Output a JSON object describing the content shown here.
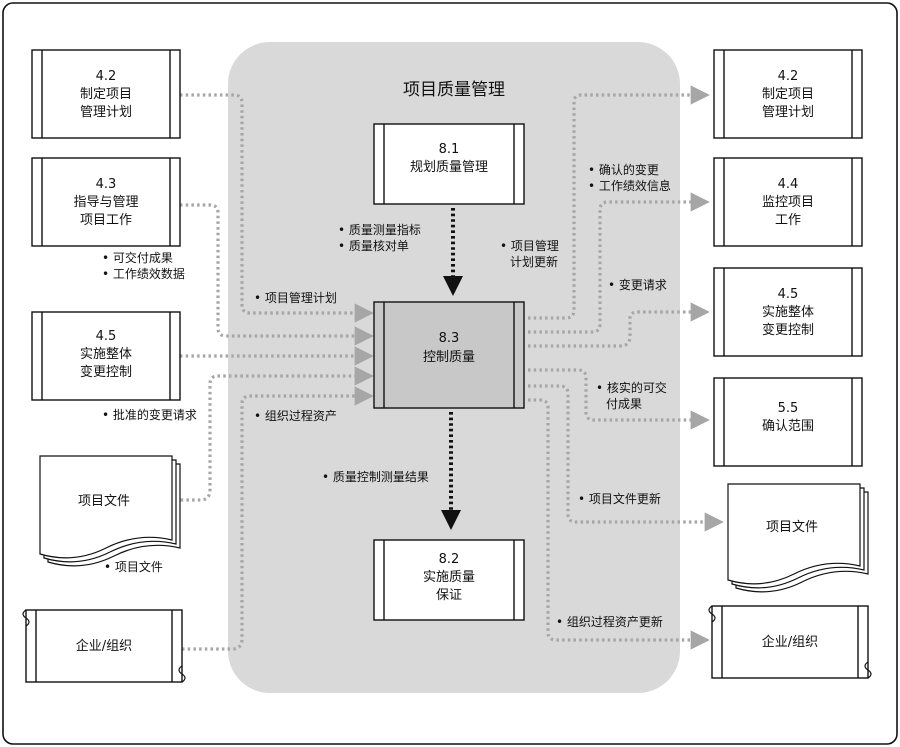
{
  "diagram": {
    "title": "项目质量管理",
    "processes": {
      "plan_quality": {
        "num": "8.1",
        "name": "规划质量管理"
      },
      "control_quality": {
        "num": "8.3",
        "name": "控制质量"
      },
      "perform_qa": {
        "num": "8.2",
        "name1": "实施质量",
        "name2": "保证"
      }
    },
    "inputs": {
      "develop_pmp": {
        "num": "4.2",
        "line1": "制定项目",
        "line2": "管理计划"
      },
      "direct_manage": {
        "num": "4.3",
        "line1": "指导与管理",
        "line2": "项目工作"
      },
      "integrated_change": {
        "num": "4.5",
        "line1": "实施整体",
        "line2": "变更控制"
      },
      "project_docs": {
        "name": "项目文件"
      },
      "enterprise": {
        "name": "企业/组织"
      }
    },
    "outputs": {
      "develop_pmp": {
        "num": "4.2",
        "line1": "制定项目",
        "line2": "管理计划"
      },
      "monitor_control": {
        "num": "4.4",
        "line1": "监控项目",
        "line2": "工作"
      },
      "integrated_change": {
        "num": "4.5",
        "line1": "实施整体",
        "line2": "变更控制"
      },
      "validate_scope": {
        "num": "5.5",
        "name": "确认范围"
      },
      "project_docs": {
        "name": "项目文件"
      },
      "enterprise": {
        "name": "企业/组织"
      }
    },
    "flow_labels": {
      "pm_plan": "• 项目管理计划",
      "deliverables": "• 可交付成果",
      "work_perf_data": "• 工作绩效数据",
      "approved_cr": "• 批准的变更请求",
      "project_docs_in": "• 项目文件",
      "opa": "• 组织过程资产",
      "quality_metrics": "• 质量测量指标",
      "quality_checklists": "• 质量核对单",
      "pmp_updates_1": "• 项目管理",
      "pmp_updates_2": "计划更新",
      "qc_measurements": "• 质量控制测量结果",
      "validated_changes": "• 确认的变更",
      "work_perf_info": "• 工作绩效信息",
      "change_requests": "• 变更请求",
      "verified_deliv_1": "• 核实的可交",
      "verified_deliv_2": "付成果",
      "project_docs_updates": "• 项目文件更新",
      "opa_updates": "• 组织过程资产更新"
    },
    "colors": {
      "panel": "#d9d9d9",
      "focus_box": "#c8c8c8",
      "arrow_gray": "#a6a6a6",
      "arrow_black": "#111111",
      "border": "#111111"
    }
  }
}
